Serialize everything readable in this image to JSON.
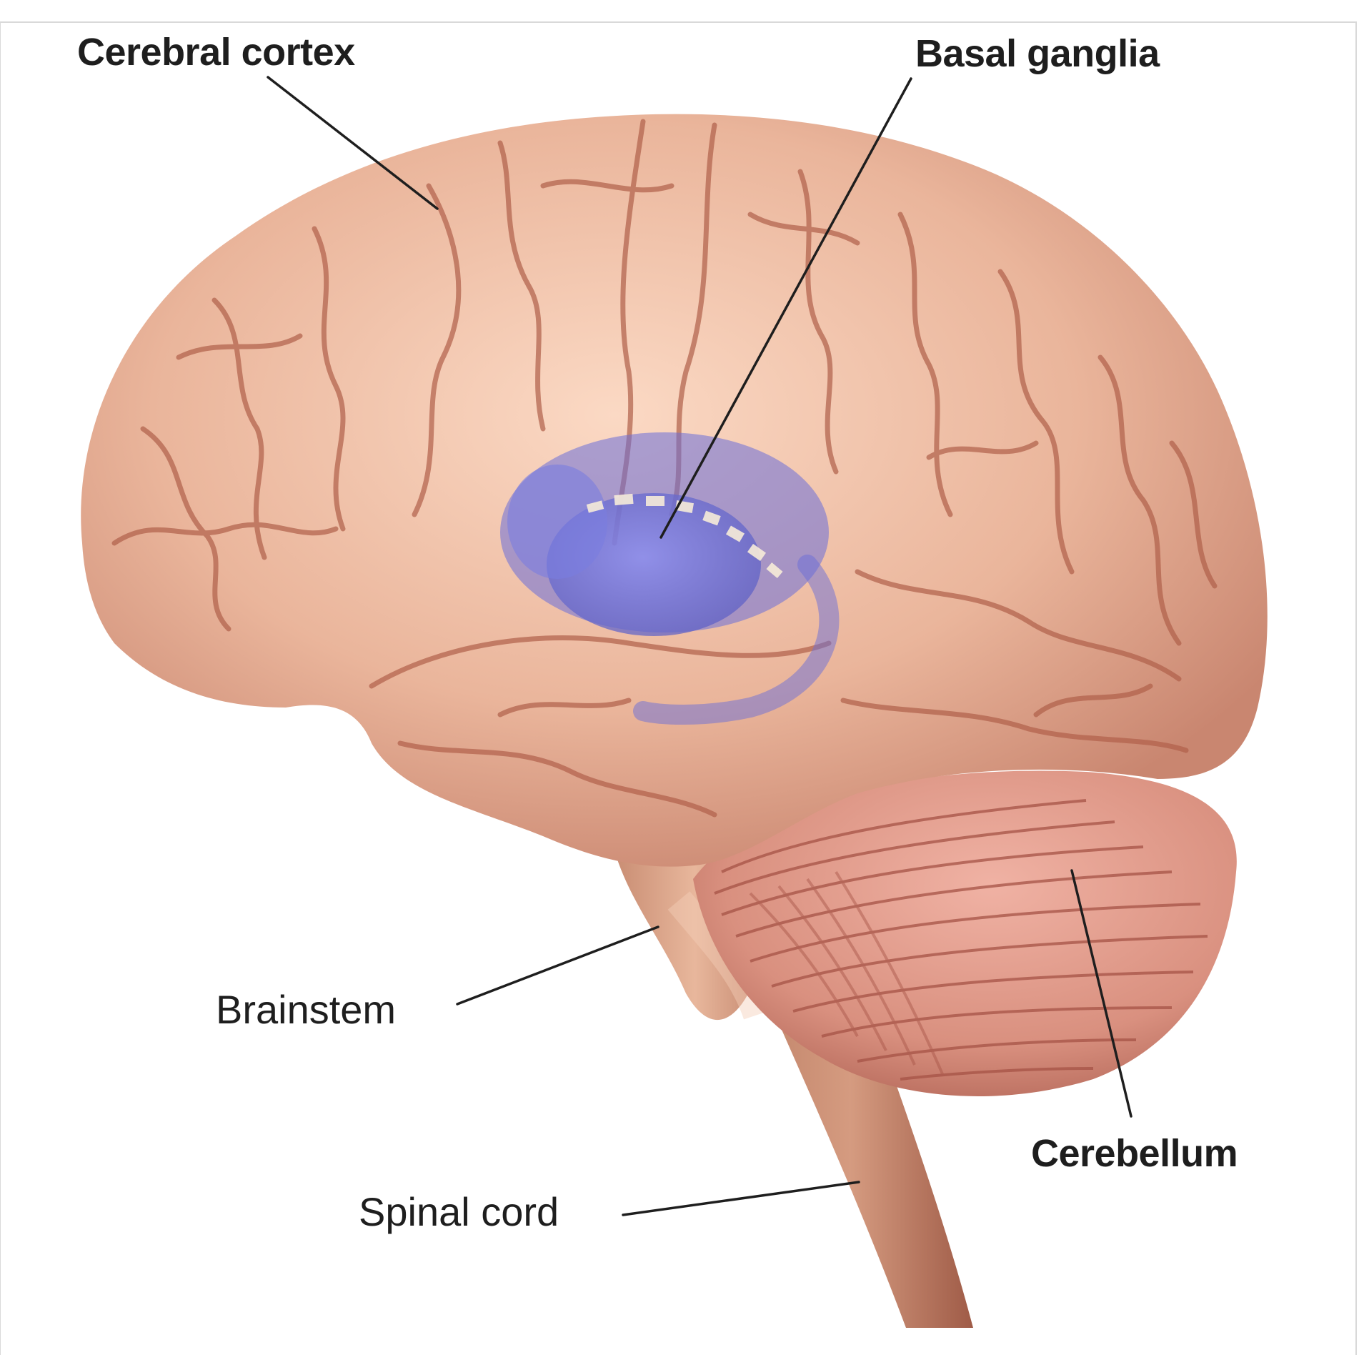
{
  "figure": {
    "subject": "Lateral view of the human brain",
    "labels": {
      "cerebral_cortex": "Cerebral cortex",
      "basal_ganglia": "Basal ganglia",
      "brainstem": "Brainstem",
      "spinal_cord": "Spinal cord",
      "cerebellum": "Cerebellum"
    },
    "colors": {
      "cortex": "#eab59b",
      "cortex_sulcus": "#b0604a",
      "cerebellum": "#d99082",
      "cerebellum_folia": "#a65346",
      "brainstem": "#d8a488",
      "spinal_cord": "#c98c72",
      "basal_ganglia": "#6f72d6",
      "leader_line": "#1e1e1e",
      "label_text": "#1e1e1e"
    }
  }
}
